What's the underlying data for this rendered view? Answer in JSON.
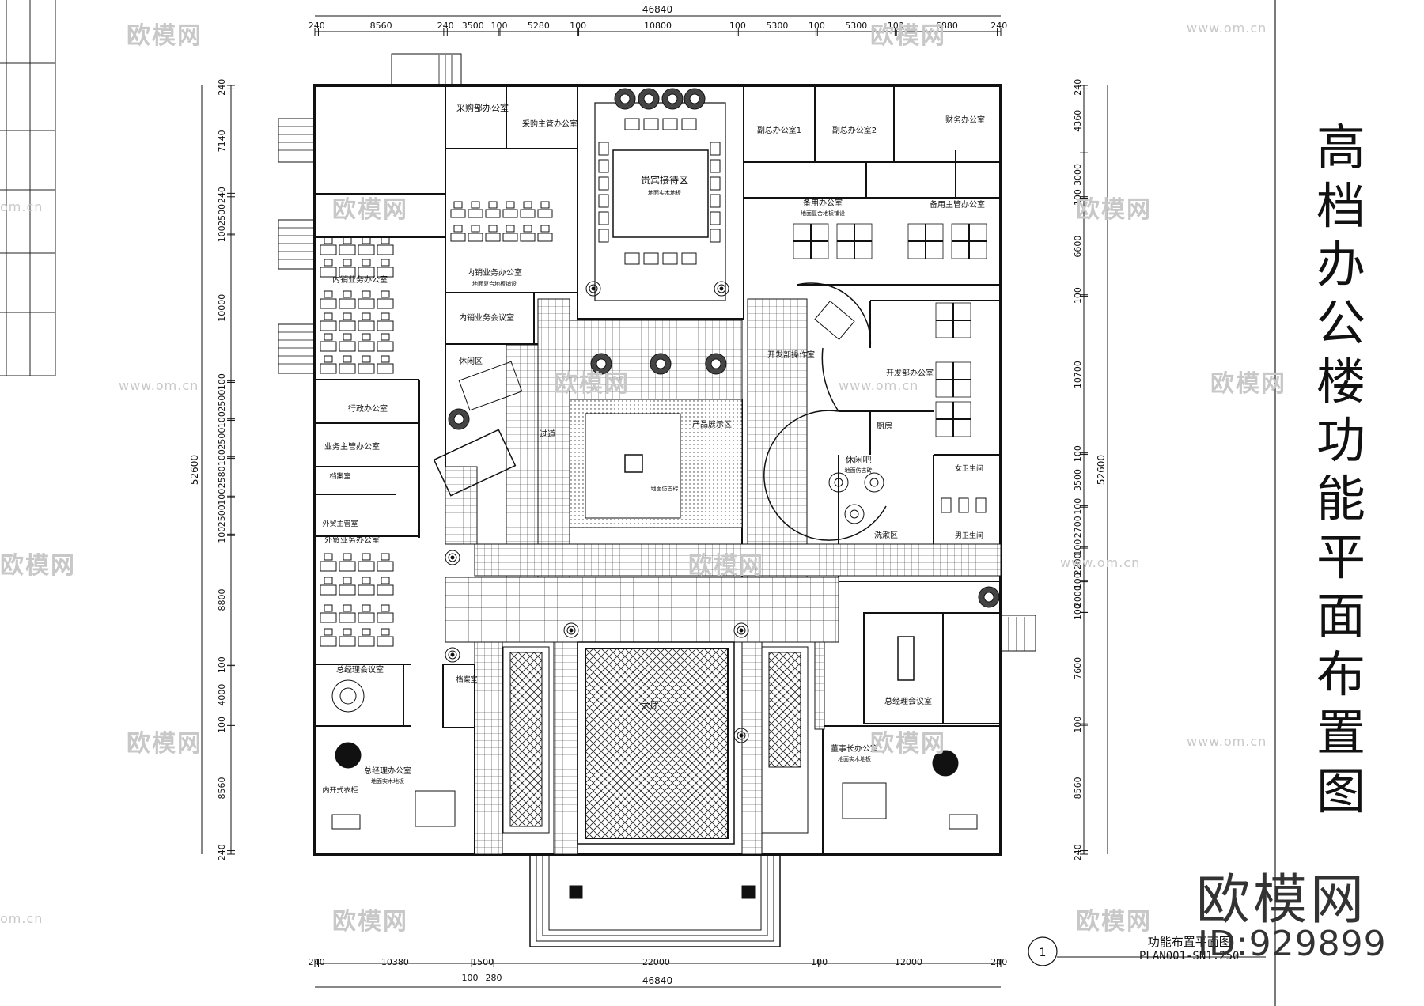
{
  "sheet": {
    "title_chars": [
      "高",
      "档",
      "办",
      "公",
      "楼",
      "功",
      "能",
      "平",
      "面",
      "布",
      "置",
      "图"
    ],
    "caption_cn": "功能布置平面图",
    "caption_en": "PLAN001-SN1:250",
    "sheet_number": "1",
    "watermark_brand": "欧模网",
    "watermark_id": "ID:929899",
    "watermark_small": "欧模网",
    "watermark_url": "www.om.cn",
    "watermark_url_cut": "om.cn"
  },
  "dimensions": {
    "top_total": "46840",
    "top_segments": [
      "240",
      "8560",
      "240",
      "3500",
      "100",
      "5280",
      "100",
      "10800",
      "100",
      "5300",
      "100",
      "5300",
      "100",
      "6880",
      "240"
    ],
    "bottom_total": "46840",
    "bottom_segments": [
      "240",
      "10380",
      "1500",
      "22000",
      "100",
      "12000",
      "240"
    ],
    "bottom_sub": [
      "100",
      "280"
    ],
    "left_total": "52600",
    "left_segments": [
      "240",
      "7140",
      "240",
      "2500",
      "100",
      "10000",
      "100",
      "2500",
      "100",
      "2500",
      "100",
      "2580",
      "100",
      "2500",
      "100",
      "8800",
      "100",
      "4000",
      "100",
      "8560",
      "240"
    ],
    "right_total": "52600",
    "right_segments": [
      "240",
      "4360",
      "3000",
      "100",
      "6600",
      "100",
      "10700",
      "100",
      "3500",
      "100",
      "2700",
      "100",
      "2200",
      "100",
      "2000",
      "100",
      "7600",
      "100",
      "8560",
      "240"
    ]
  },
  "rooms": {
    "procurement": "采购部办公室",
    "procurement_mgr": "采购主管办公室",
    "vip_reception": "贵宾接待区",
    "deputy1": "副总办公室1",
    "deputy2": "副总办公室2",
    "finance": "财务办公室",
    "backup_office": "备用办公室",
    "backup_mgr": "备用主管办公室",
    "domestic_sales": "内销业务办公室",
    "domestic_sales_mgr": "内销业务办公室",
    "domestic_meeting": "内销业务会议室",
    "rest_area": "休闲区",
    "admin": "行政办公室",
    "sales_mgr": "业务主管办公室",
    "archive": "档案室",
    "foreign_mgr": "外贸主管室",
    "foreign_sales": "外贸业务办公室",
    "gm_meeting": "总经理会议室",
    "gm_office": "总经理办公室",
    "corridor": "过道",
    "product_display": "产品展示区",
    "dev_workspace": "开发部操作室",
    "dev_office": "开发部办公室",
    "kitchen": "厨房",
    "bar": "休闲吧",
    "washroom": "洗漱区",
    "female_wc": "女卫生间",
    "male_wc": "男卫生间",
    "lobby": "大厅",
    "chairman": "董事长办公室",
    "gm_meeting2": "总经理会议室",
    "archive2": "档案室",
    "wardrobe": "内开式衣柜"
  },
  "notes": {
    "floor_tile": "地面复合地板铺设",
    "floor_wood": "地面实木地板",
    "floor_stone": "地面仿古砖"
  }
}
